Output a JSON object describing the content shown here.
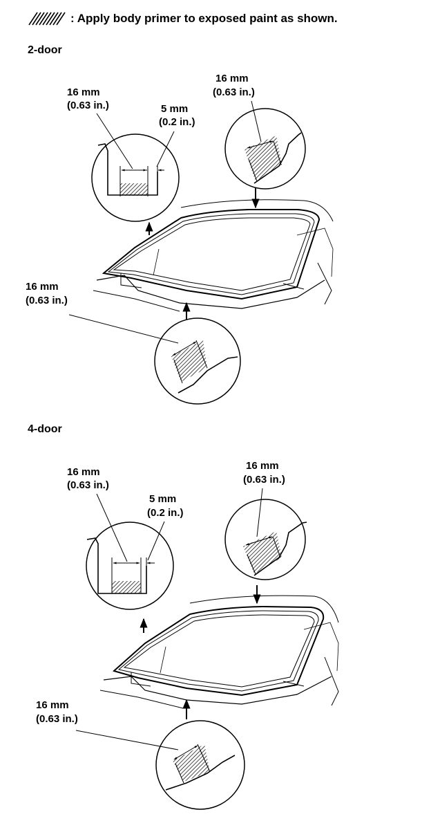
{
  "legend": {
    "text": ": Apply body primer to exposed paint as shown.",
    "swatch_icon": "diagonal-hatch-icon"
  },
  "sections": [
    {
      "title": "2-door",
      "labels": {
        "left_a_mm": "16 mm",
        "left_a_in": "(0.63 in.)",
        "left_b_mm": "5 mm",
        "left_b_in": "(0.2 in.)",
        "top_right_mm": "16 mm",
        "top_right_in": "(0.63 in.)",
        "bottom_mm": "16 mm",
        "bottom_in": "(0.63 in.)"
      }
    },
    {
      "title": "4-door",
      "labels": {
        "left_a_mm": "16 mm",
        "left_a_in": "(0.63 in.)",
        "left_b_mm": "5 mm",
        "left_b_in": "(0.2 in.)",
        "top_right_mm": "16 mm",
        "top_right_in": "(0.63 in.)",
        "bottom_mm": "16 mm",
        "bottom_in": "(0.63 in.)"
      }
    }
  ]
}
